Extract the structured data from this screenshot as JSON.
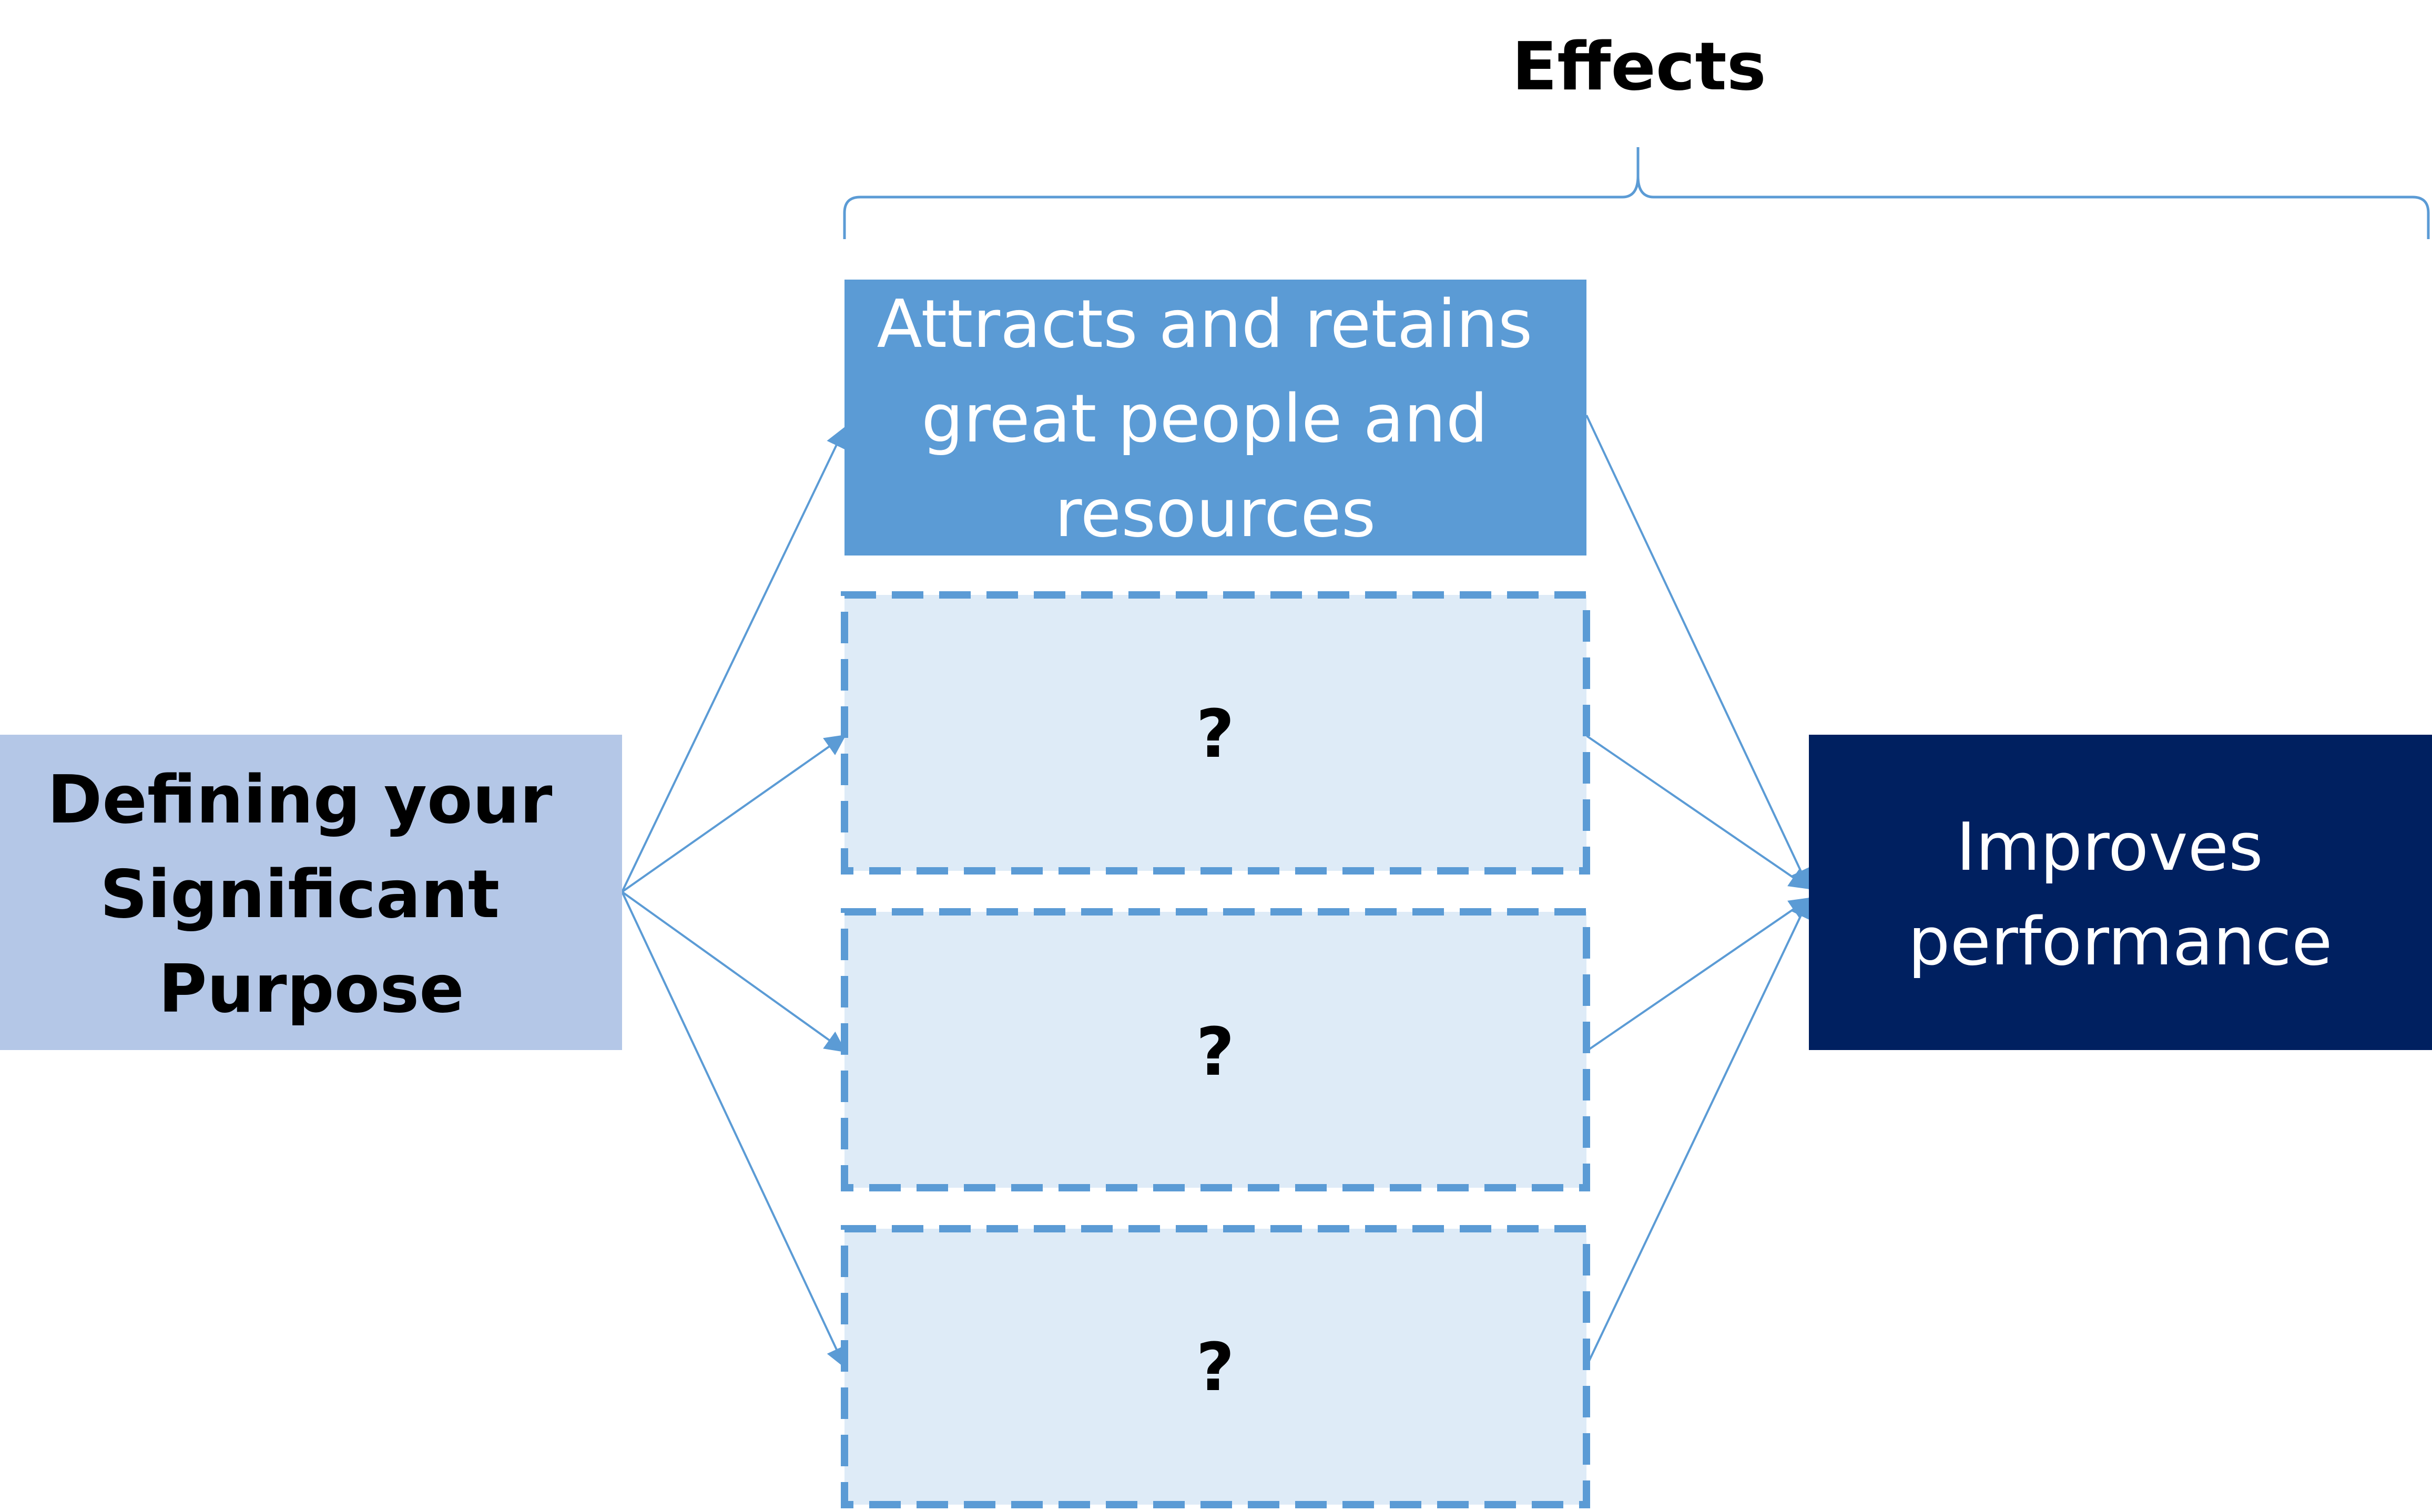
{
  "header": {
    "label": "Effects"
  },
  "nodes": {
    "source": {
      "lines": [
        "Defining your",
        "Significant",
        "Purpose"
      ]
    },
    "effects": [
      {
        "lines": [
          "Attracts and retains",
          "great people and",
          "resources"
        ],
        "status": "defined"
      },
      {
        "lines": [
          "?"
        ],
        "status": "unknown"
      },
      {
        "lines": [
          "?"
        ],
        "status": "unknown"
      },
      {
        "lines": [
          "?"
        ],
        "status": "unknown"
      }
    ],
    "outcome": {
      "lines": [
        "Improves",
        "performance"
      ]
    }
  },
  "colors": {
    "source_fill": "#b4c7e7",
    "defined_fill": "#5b9bd5",
    "unknown_fill": "#deebf7",
    "unknown_border": "#5b9bd5",
    "outcome_fill": "#002060",
    "connector": "#5b9bd5",
    "brace": "#5b9bd5",
    "dark_text": "#000000",
    "light_text": "#ffffff"
  }
}
